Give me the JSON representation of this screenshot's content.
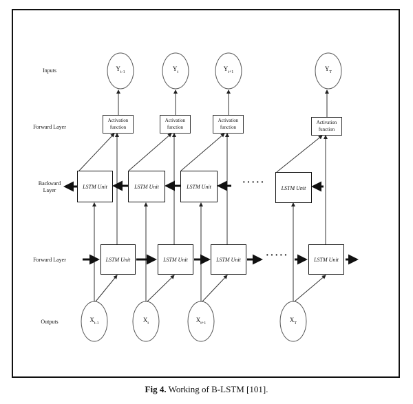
{
  "row_labels": {
    "inputs": "Inputs",
    "forward_top": "Forward Layer",
    "backward": "Backward Layer",
    "forward_bottom": "Forward Layer",
    "outputs": "Outputs"
  },
  "top_nodes": [
    {
      "base": "Y",
      "sub": "t-1"
    },
    {
      "base": "Y",
      "sub": "t"
    },
    {
      "base": "Y",
      "sub": "t+1"
    },
    {
      "base": "Y",
      "sub": "T"
    }
  ],
  "bottom_nodes": [
    {
      "base": "X",
      "sub": "t-1"
    },
    {
      "base": "X",
      "sub": "t"
    },
    {
      "base": "X",
      "sub": "t+1"
    },
    {
      "base": "X",
      "sub": "T"
    }
  ],
  "activation_label": "Activation function",
  "lstm_label": "LSTM Unit",
  "ellipsis": "·····",
  "caption": {
    "bold": "Fig 4.",
    "text": " Working of B-LSTM [101]."
  }
}
